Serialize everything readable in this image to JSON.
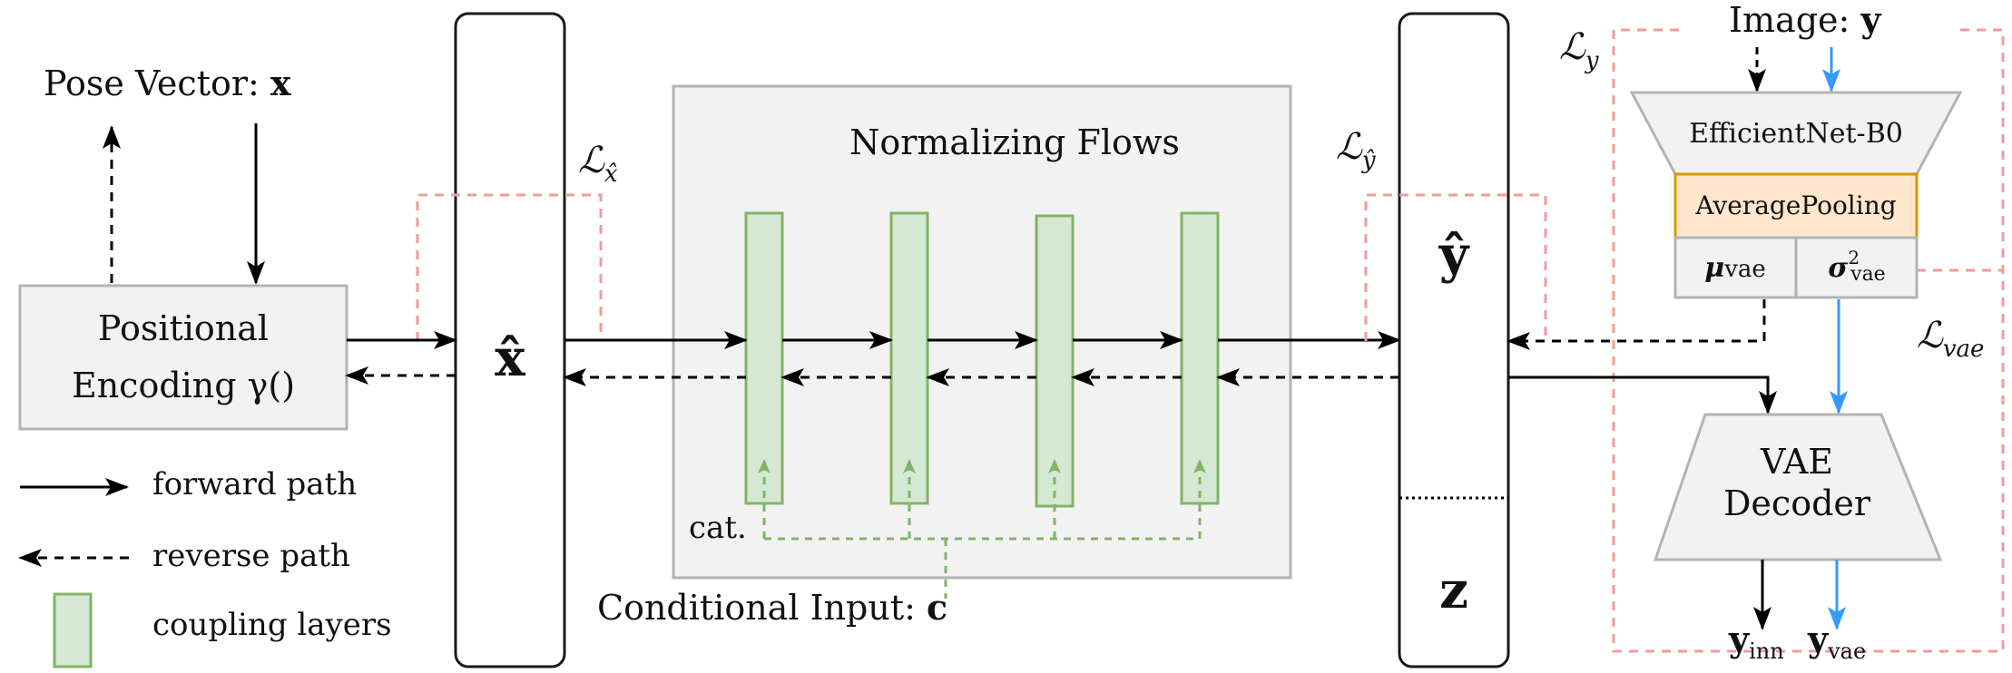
{
  "pose": {
    "prefix": "Pose Vector: ",
    "symbol": "x"
  },
  "positional_encoding": {
    "line1": "Positional",
    "line2": "Encoding γ()"
  },
  "x_hat_symbol": "x̂",
  "loss_x_hat": {
    "main": "ℒ",
    "sub": "x̂"
  },
  "normalizing_flows": {
    "title": "Normalizing Flows",
    "cat_label": "cat."
  },
  "conditional_input": {
    "prefix": "Conditional Input: ",
    "symbol": "c"
  },
  "loss_y_hat": {
    "main": "ℒ",
    "sub": "ŷ"
  },
  "y_hat_symbol": "ŷ",
  "z_symbol": "z",
  "loss_y": {
    "main": "ℒ",
    "sub": "y"
  },
  "image": {
    "prefix": "Image: ",
    "symbol": "y"
  },
  "encoder": {
    "label": "EfficientNet-B0",
    "pooling_label": "AveragePooling",
    "mu": "μ",
    "mu_sub": "vae",
    "sigma": "σ",
    "sigma_sup": "2",
    "sigma_sub": "vae"
  },
  "loss_vae": {
    "main": "ℒ",
    "sub": "vae"
  },
  "decoder": {
    "line1": "VAE",
    "line2": "Decoder"
  },
  "outputs": {
    "inn_symbol": "y",
    "inn_sub": "inn",
    "vae_symbol": "y",
    "vae_sub": "vae"
  },
  "legend": {
    "forward": "forward path",
    "reverse": "reverse path",
    "coupling": "coupling layers"
  },
  "colors": {
    "box_fill": "#f2f2f2",
    "box_stroke": "#b3b3b3",
    "coupling_fill": "#d5e8d4",
    "coupling_stroke": "#82b366",
    "pooling_fill": "#ffe6cc",
    "pooling_stroke": "#d79b00",
    "loss_dash": "#f19c99",
    "vae_arrow": "#3399ff",
    "line": "#000000"
  }
}
